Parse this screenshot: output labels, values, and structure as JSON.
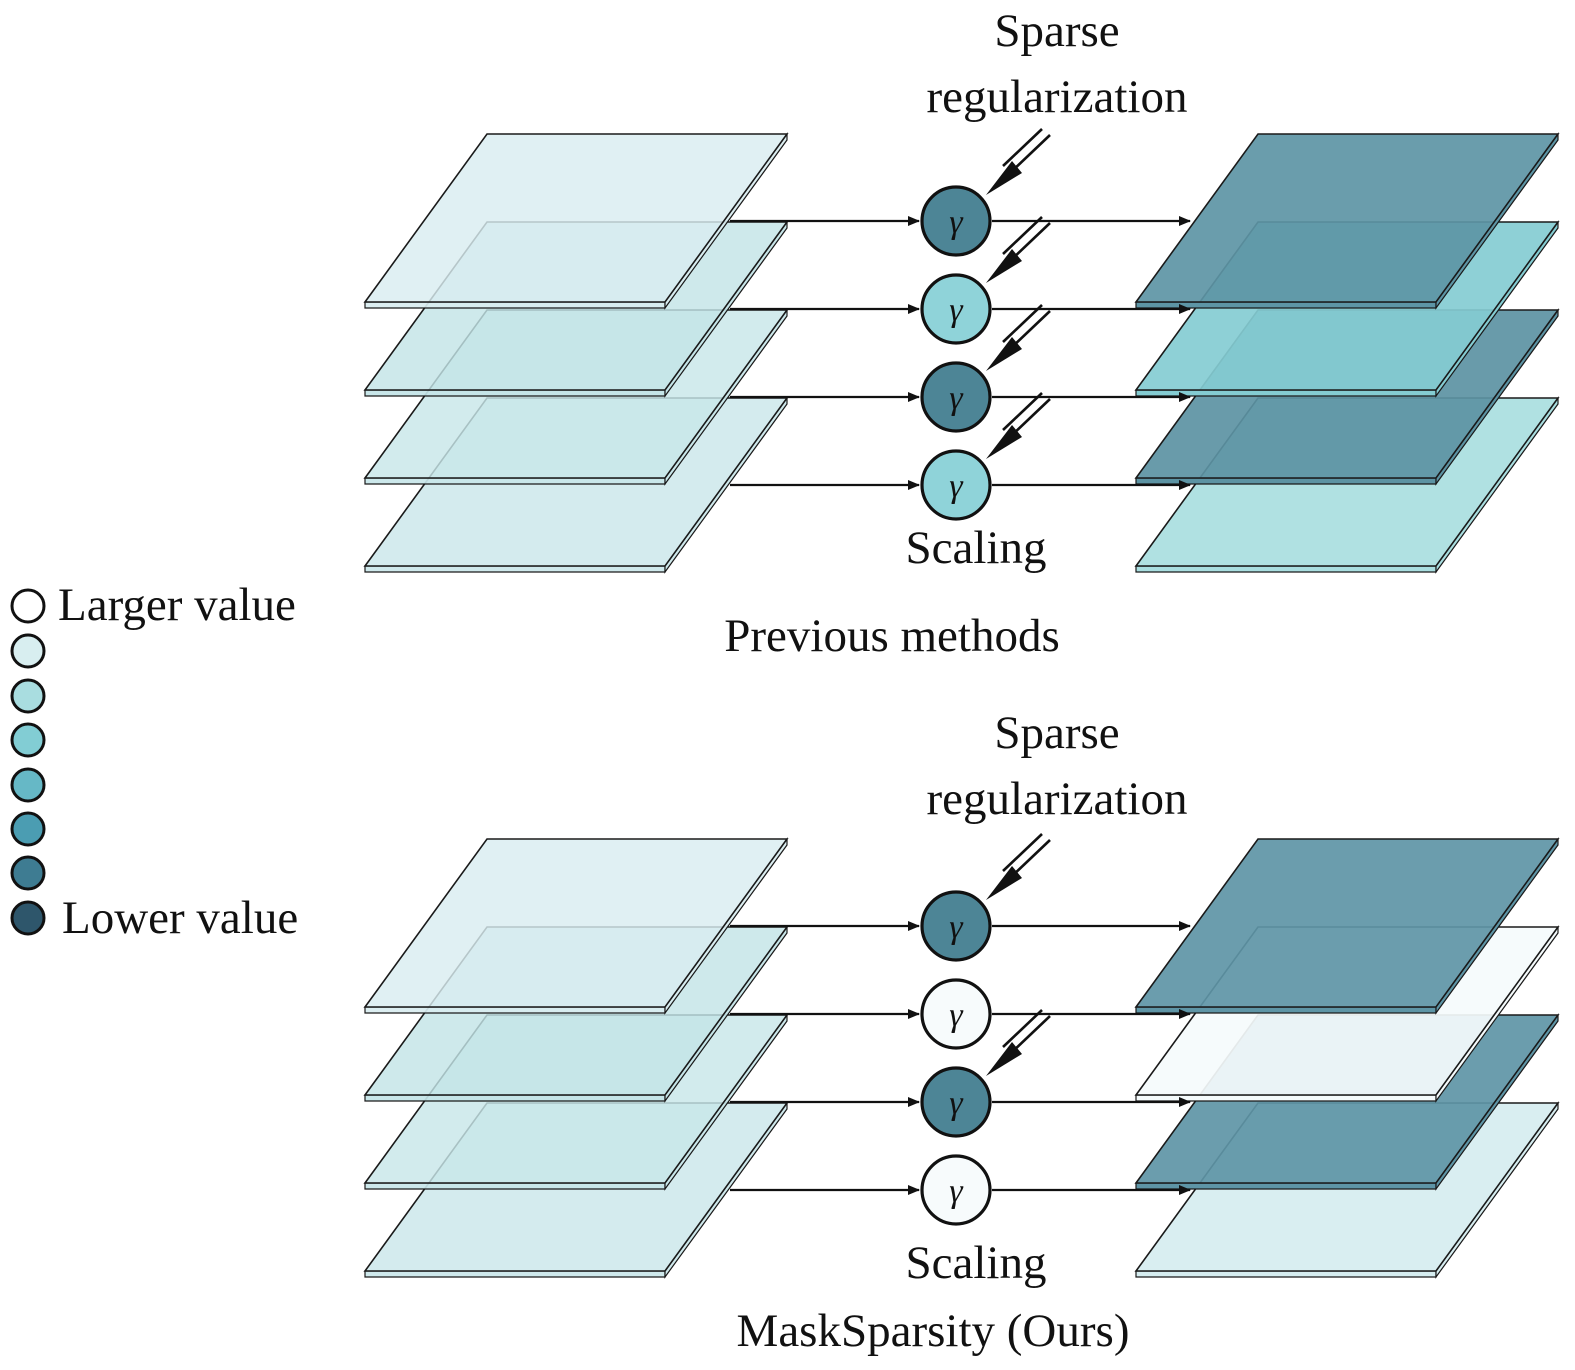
{
  "colors": {
    "legend_scale": [
      "#ffffff",
      "#d8eef0",
      "#a9dde0",
      "#82cdd4",
      "#66b8c6",
      "#4b9db2",
      "#3e7c92",
      "#2e566b"
    ],
    "input_plane": [
      "#d9edf0",
      "#c3e4e7",
      "#c8e6e9",
      "#cbe7ea"
    ],
    "prev_output_plane": [
      "#5d95a5",
      "#84ccd2",
      "#5c93a3",
      "#a9dee0"
    ],
    "ours_output_plane": [
      "#5e95a6",
      "#f5fbfc",
      "#5e95a6",
      "#d6edf0"
    ],
    "node_dark": "#4d8596",
    "node_light": "#8fd3d9",
    "node_white": "#f7fbfc"
  },
  "legend": {
    "top_label": "Larger value",
    "bottom_label": "Lower value"
  },
  "panels": [
    {
      "id": "previous",
      "caption": "Previous methods",
      "sparse_label_line1": "Sparse",
      "sparse_label_line2": "regularization",
      "scaling_label": "Scaling",
      "gamma_symbol": "γ",
      "nodes": [
        "dark",
        "light",
        "dark",
        "light"
      ],
      "regularized": [
        true,
        true,
        true,
        true
      ],
      "output_color_key": "prev_output_plane"
    },
    {
      "id": "ours",
      "caption": "MaskSparsity (Ours)",
      "sparse_label_line1": "Sparse",
      "sparse_label_line2": "regularization",
      "scaling_label": "Scaling",
      "gamma_symbol": "γ",
      "nodes": [
        "dark",
        "white",
        "dark",
        "white"
      ],
      "regularized": [
        true,
        false,
        true,
        false
      ],
      "output_color_key": "ours_output_plane"
    }
  ]
}
